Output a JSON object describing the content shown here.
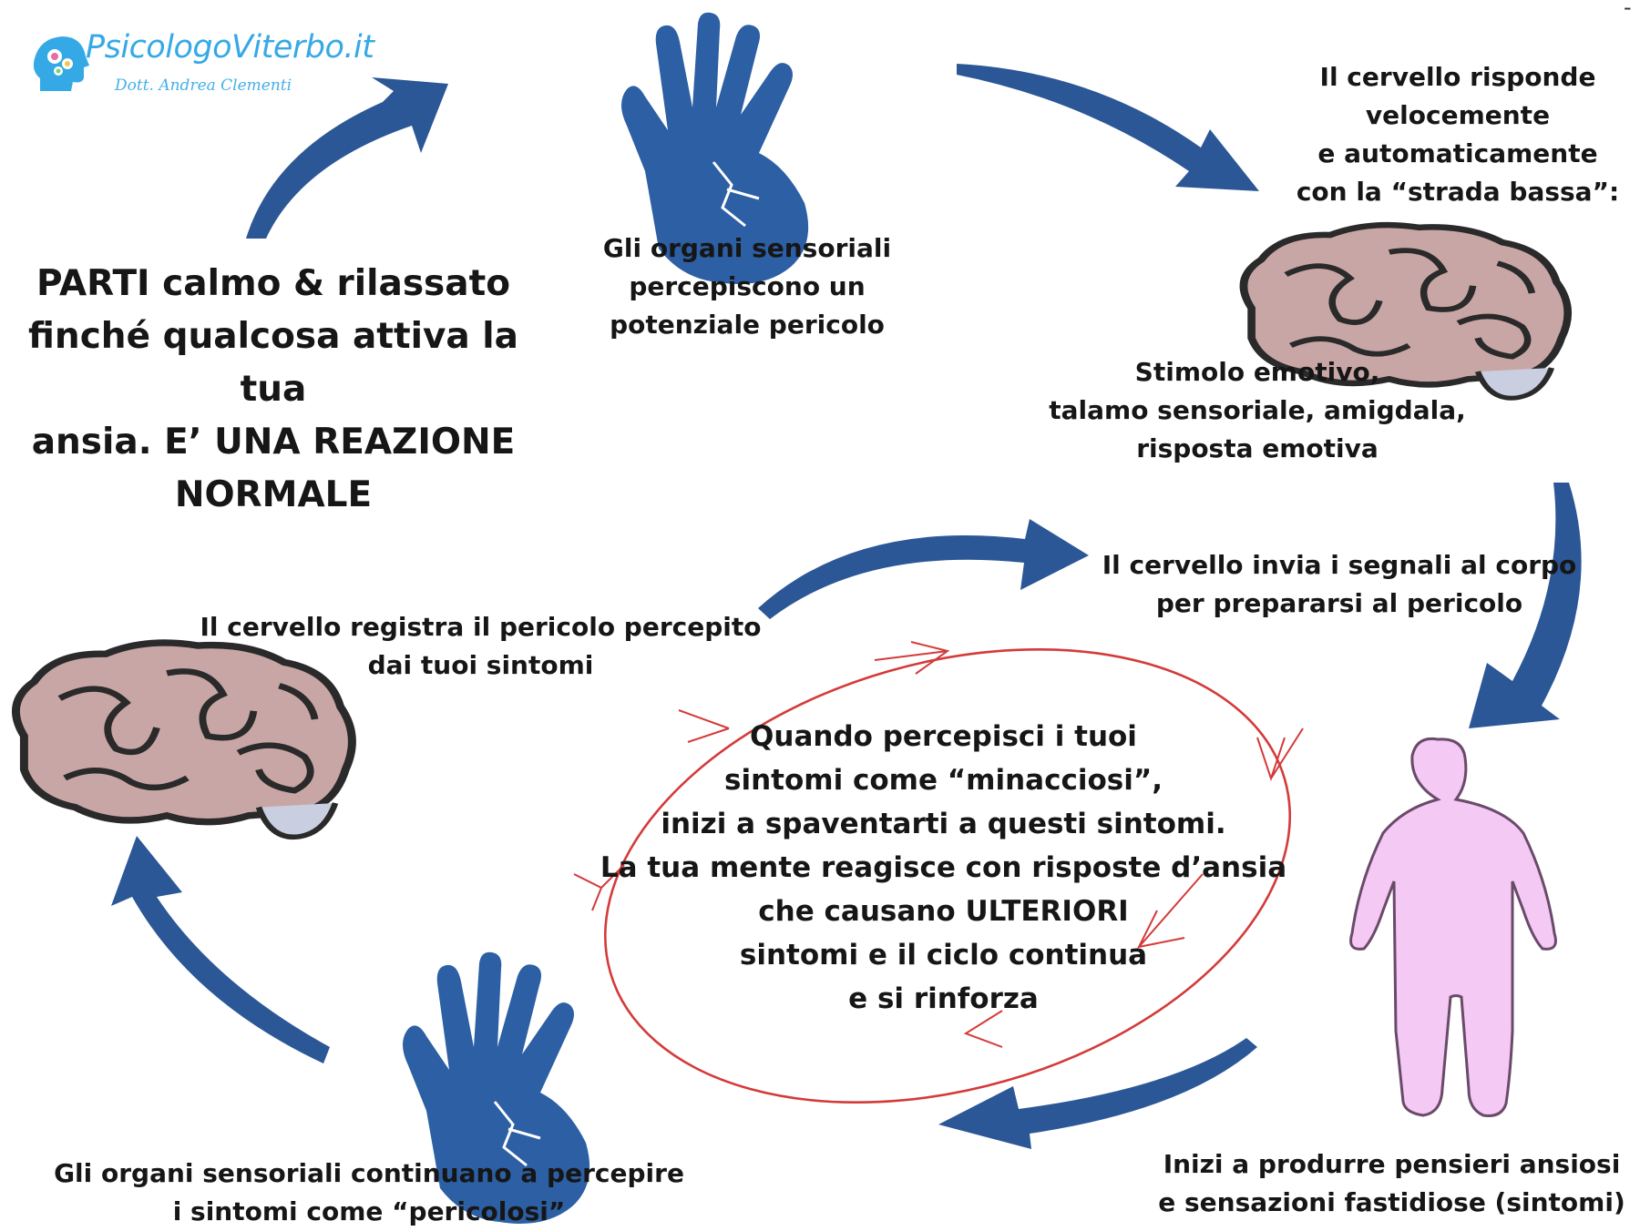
{
  "logo": {
    "brand": "PsicologoViterbo.it",
    "subtitle": "Dott. Andrea Clementi"
  },
  "corner_mark": "-",
  "steps": {
    "start": "PARTI calmo & rilassato\nfinché qualcosa attiva la tua\nansia. E’ UNA REAZIONE\nNORMALE",
    "senses_perceive": "Gli organi sensoriali\npercepiscono un\npotenziale pericolo",
    "brain_responds": "Il cervello risponde\nvelocemente\ne automaticamente\ncon la “strada bassa”:",
    "emotional_stimulus": "Stimolo emotivo,\ntalamo sensoriale, amigdala,\nrisposta emotiva",
    "brain_signals": "Il cervello invia i segnali al corpo\nper prepararsi al pericolo",
    "anxious_thoughts": "Inizi a produrre pensieri ansiosi\ne sensazioni fastidiose (sintomi)",
    "senses_continue": "Gli organi sensoriali continuano a percepire\ni sintomi come “pericolosi”",
    "brain_registers": "Il cervello registra il pericolo percepito\ndai tuoi sintomi",
    "cycle": "Quando percepisci i tuoi\nsintomi come “minacciosi”,\ninizi a spaventarti a questi sintomi.\nLa tua mente reagisce con risposte d’ansia\nche causano ULTERIORI\nsintomi e il ciclo continua\ne si rinforza"
  },
  "colors": {
    "arrow": "#2b5797",
    "hand": "#2c5fa3",
    "brain": "#c9a6a6",
    "body": "#f4c9f4",
    "cycle_loop": "#d43a3a",
    "logo": "#35a9e6"
  },
  "icons": [
    "hand-icon",
    "brain-icon",
    "human-body-icon",
    "curved-arrow-icon",
    "head-gear-logo-icon"
  ]
}
